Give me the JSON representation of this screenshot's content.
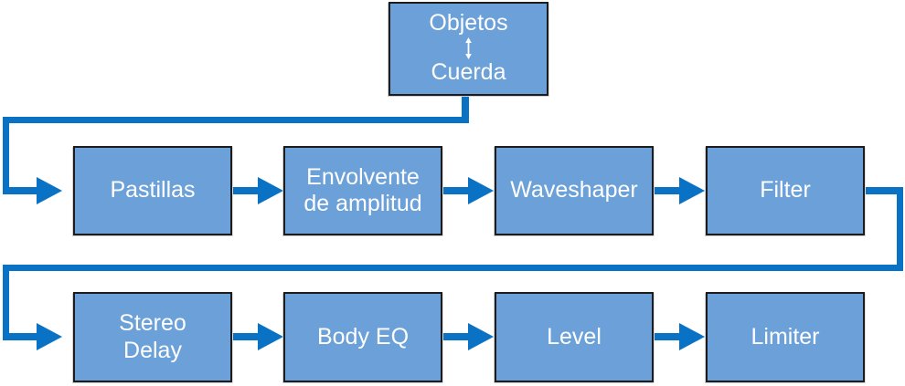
{
  "diagram": {
    "description": "Signal flow block diagram",
    "colors": {
      "background": "#ffffff",
      "box_fill": "#6ba0d8",
      "box_border": "#1c1c1e",
      "connector": "#0a72c4",
      "label_text": "#ffffff"
    },
    "top_node": {
      "top_label": "Objetos",
      "bottom_label": "Cuerda",
      "between_icon": "up-down-arrow-icon"
    },
    "row1_nodes": [
      {
        "label": "Pastillas"
      },
      {
        "label": "Envolvente\nde amplitud"
      },
      {
        "label": "Waveshaper"
      },
      {
        "label": "Filter"
      }
    ],
    "row2_nodes": [
      {
        "label": "Stereo\nDelay"
      },
      {
        "label": "Body EQ"
      },
      {
        "label": "Level"
      },
      {
        "label": "Limiter"
      }
    ]
  }
}
